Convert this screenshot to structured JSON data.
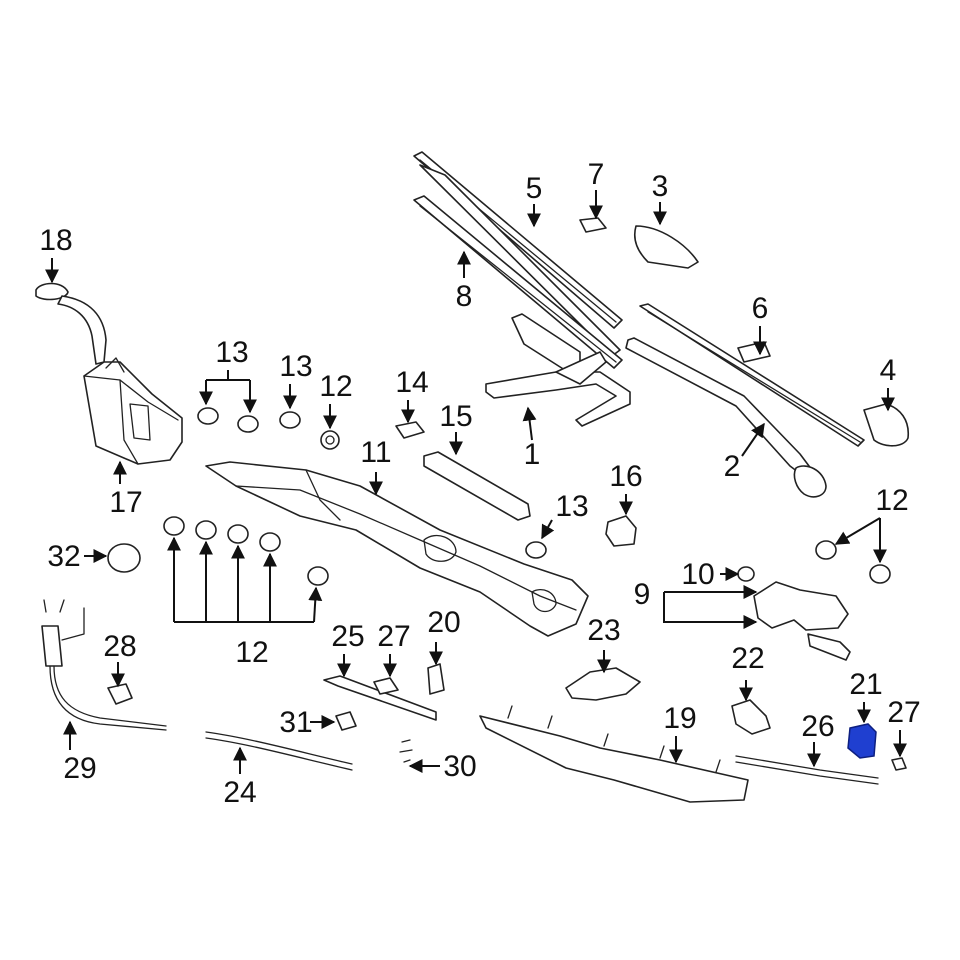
{
  "callouts": {
    "c1": "1",
    "c2": "2",
    "c3": "3",
    "c4": "4",
    "c5": "5",
    "c6": "6",
    "c7": "7",
    "c8": "8",
    "c9": "9",
    "c10": "10",
    "c11": "11",
    "c12a": "12",
    "c12b": "12",
    "c12c": "12",
    "c13a": "13",
    "c13b": "13",
    "c13c": "13",
    "c14": "14",
    "c15": "15",
    "c16": "16",
    "c17": "17",
    "c18": "18",
    "c19": "19",
    "c20": "20",
    "c21": "21",
    "c22": "22",
    "c23": "23",
    "c24": "24",
    "c25": "25",
    "c26": "26",
    "c27a": "27",
    "c27b": "27",
    "c28": "28",
    "c29": "29",
    "c30": "30",
    "c31": "31",
    "c32": "32"
  },
  "colors": {
    "line": "#222222",
    "highlight": "#1f3fd0",
    "background": "#ffffff"
  }
}
